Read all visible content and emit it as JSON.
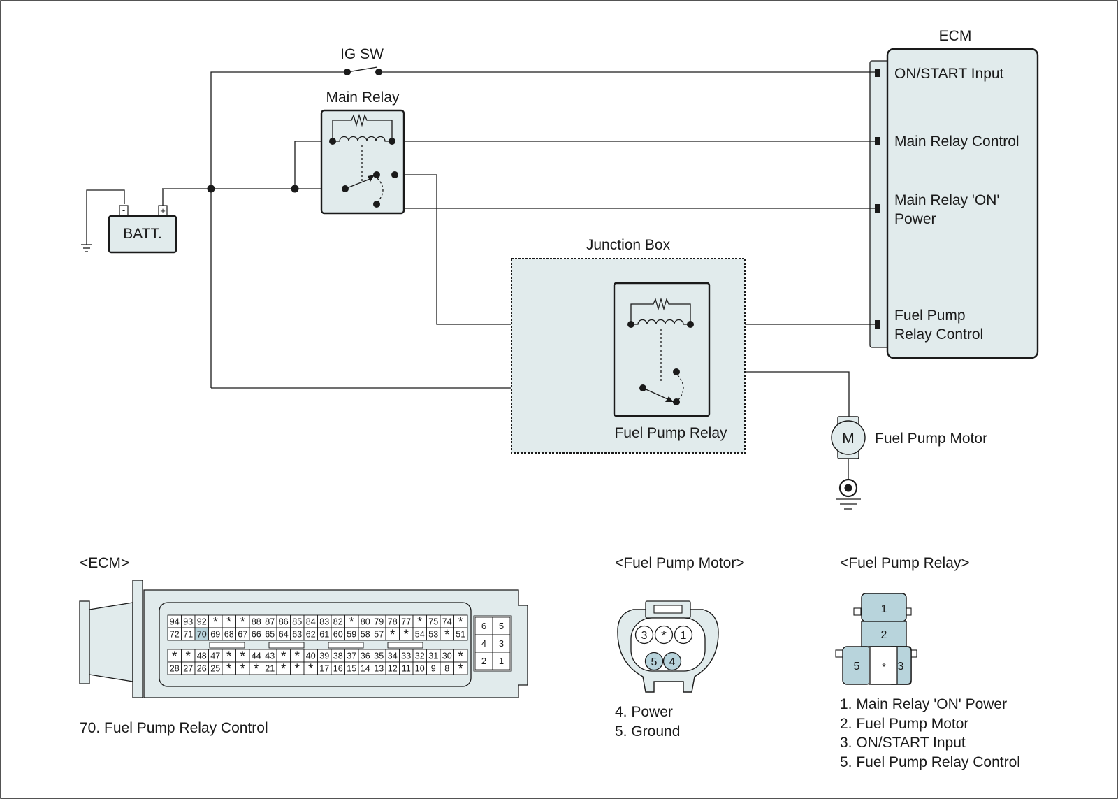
{
  "colors": {
    "fill": "#e1ebec",
    "highlight": "#b8d4dc",
    "line": "#1a1a1a"
  },
  "schematic": {
    "ig_sw": "IG SW",
    "main_relay": "Main Relay",
    "batt": "BATT.",
    "batt_neg": "-",
    "batt_pos": "+",
    "junction_box": "Junction Box",
    "fuel_pump_relay": "Fuel Pump Relay",
    "motor_symbol": "M",
    "fuel_pump_motor": "Fuel Pump Motor",
    "ecm": {
      "title": "ECM",
      "on_start": "ON/START Input",
      "main_relay_control": "Main Relay Control",
      "main_relay_on_1": "Main Relay 'ON'",
      "main_relay_on_2": "Power",
      "fpr_control_1": "Fuel Pump",
      "fpr_control_2": "Relay Control"
    }
  },
  "connectors": {
    "ecm": {
      "title": "<ECM>",
      "rows": [
        [
          "94",
          "93",
          "92",
          "*",
          "*",
          "*",
          "88",
          "87",
          "86",
          "85",
          "84",
          "83",
          "82",
          "*",
          "80",
          "79",
          "78",
          "77",
          "*",
          "75",
          "74",
          "*"
        ],
        [
          "72",
          "71",
          "70",
          "69",
          "68",
          "67",
          "66",
          "65",
          "64",
          "63",
          "62",
          "61",
          "60",
          "59",
          "58",
          "57",
          "*",
          "*",
          "54",
          "53",
          "*",
          "51"
        ],
        [
          "*",
          "*",
          "48",
          "47",
          "*",
          "*",
          "44",
          "43",
          "*",
          "*",
          "40",
          "39",
          "38",
          "37",
          "36",
          "35",
          "34",
          "33",
          "32",
          "31",
          "30",
          "*"
        ],
        [
          "28",
          "27",
          "26",
          "25",
          "*",
          "*",
          "*",
          "21",
          "*",
          "*",
          "*",
          "17",
          "16",
          "15",
          "14",
          "13",
          "12",
          "11",
          "10",
          "9",
          "8",
          "*"
        ]
      ],
      "highlight": "70",
      "side_block": [
        [
          "6",
          "5"
        ],
        [
          "4",
          "3"
        ],
        [
          "2",
          "1"
        ]
      ],
      "legend": [
        "70. Fuel Pump Relay Control"
      ]
    },
    "fuel_pump_motor": {
      "title": "<Fuel Pump Motor>",
      "pins": [
        "3",
        "*",
        "1",
        "5",
        "4"
      ],
      "legend": [
        "4. Power",
        "5. Ground"
      ]
    },
    "fuel_pump_relay": {
      "title": "<Fuel Pump Relay>",
      "pins": [
        "1",
        "2",
        "5",
        "*",
        "3"
      ],
      "legend": [
        "1. Main Relay 'ON' Power",
        "2. Fuel Pump Motor",
        "3. ON/START Input",
        "5. Fuel Pump Relay Control"
      ]
    }
  }
}
